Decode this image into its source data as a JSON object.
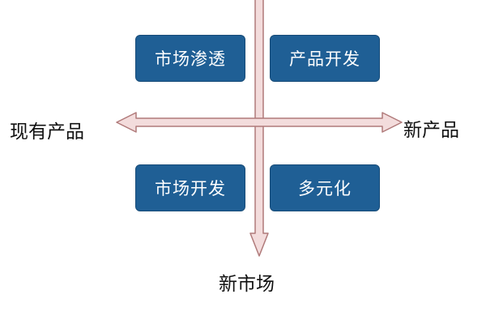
{
  "quadrants": {
    "market_penetration": "市场渗透",
    "product_development": "产品开发",
    "market_development": "市场开发",
    "diversification": "多元化"
  },
  "axes": {
    "left_label": "现有产品",
    "right_label": "新产品",
    "bottom_label": "新市场"
  },
  "colors": {
    "box_fill": "#1f5f95",
    "box_text": "#ffffff",
    "arrow_fill": "#f3dcdc",
    "arrow_stroke": "#b07a7a"
  }
}
